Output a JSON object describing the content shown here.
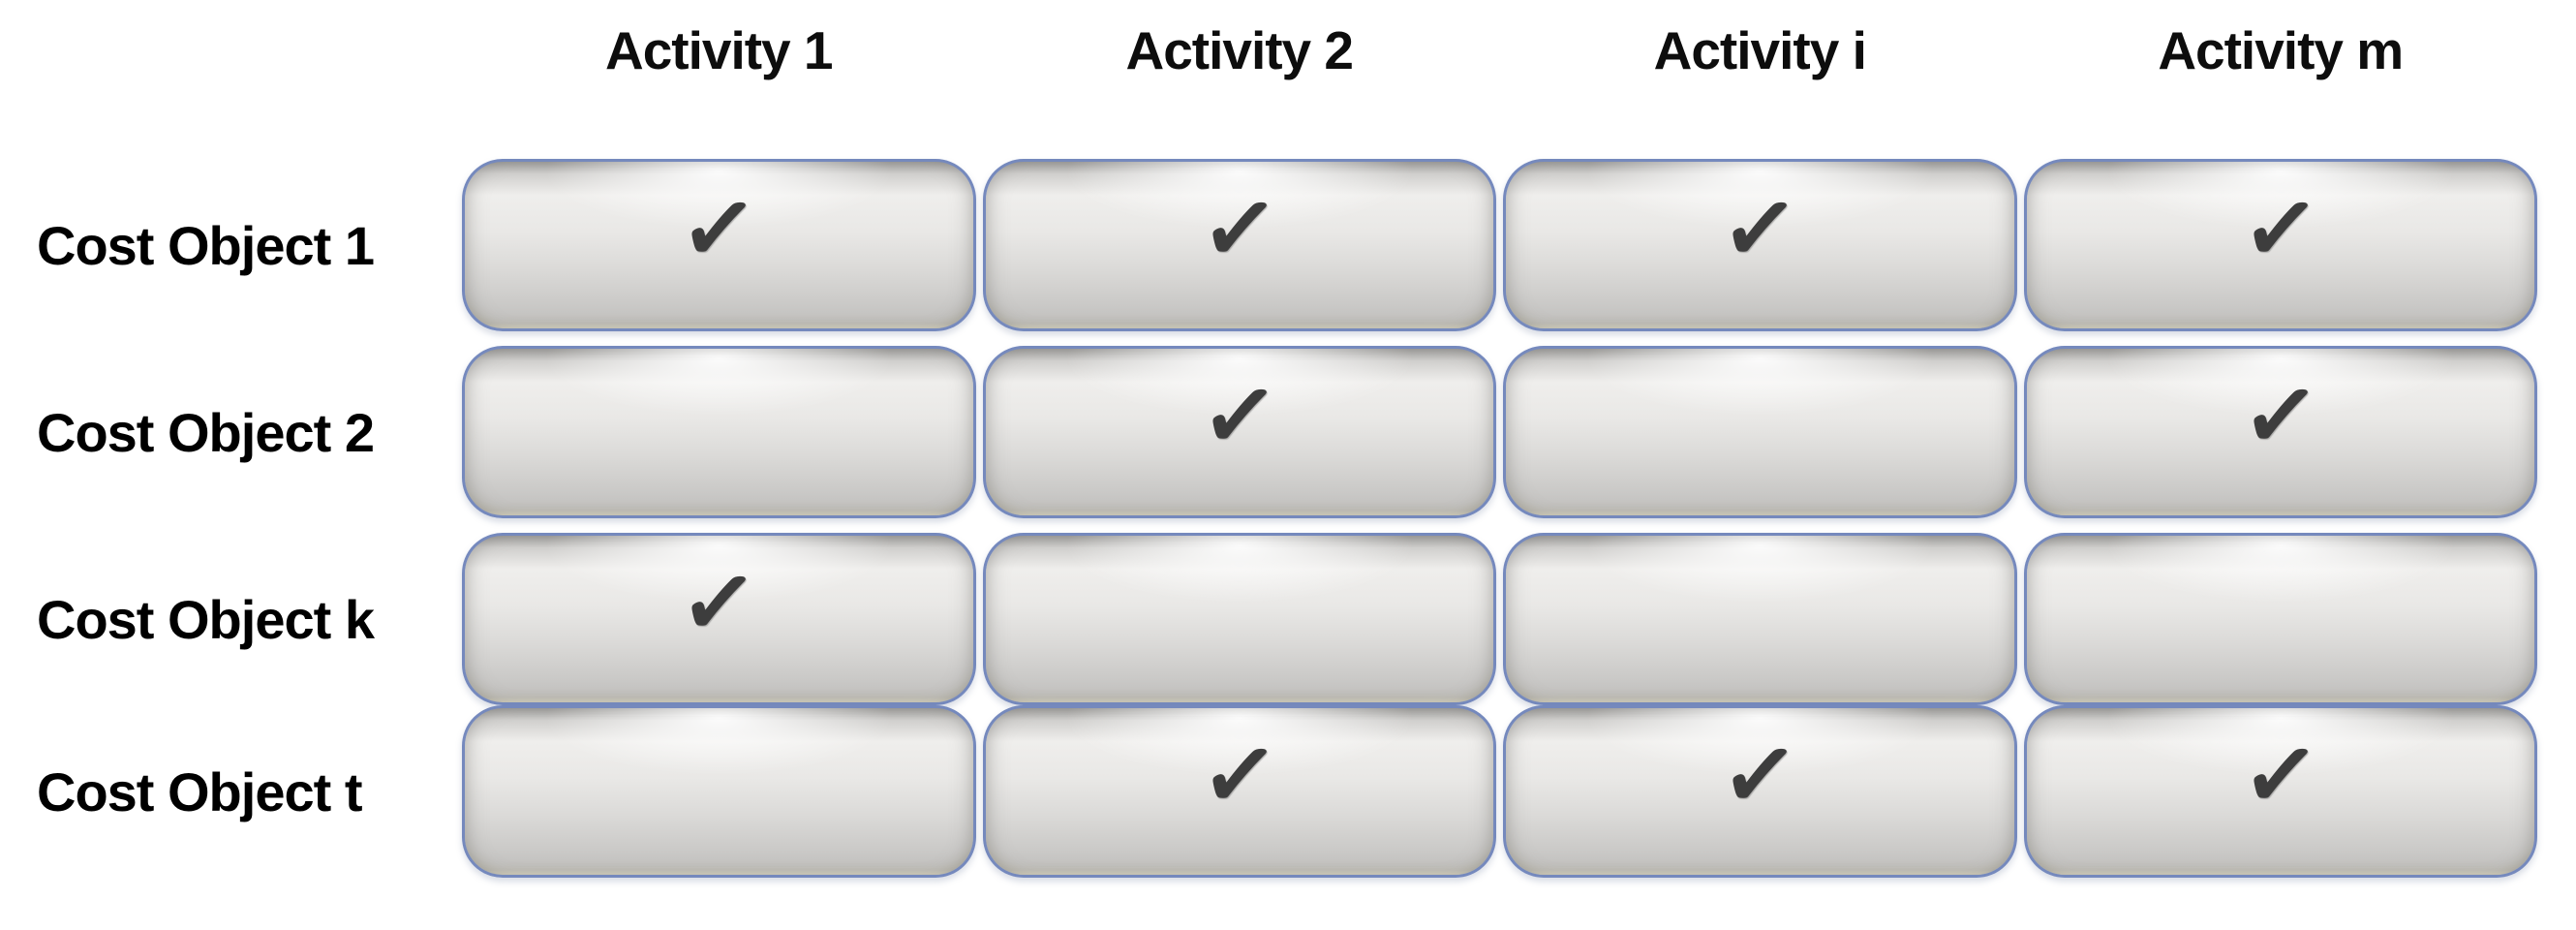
{
  "diagram": {
    "title": "activity-to-cost-object assignment matrix",
    "check_glyph": "✓",
    "columns": [
      "Activity 1",
      "Activity 2",
      "Activity i",
      "Activity m"
    ],
    "rows": [
      {
        "label": "Cost Object 1",
        "checks": [
          true,
          true,
          true,
          true
        ]
      },
      {
        "label": "Cost Object 2",
        "checks": [
          false,
          true,
          false,
          true
        ]
      },
      {
        "label": "Cost Object k",
        "checks": [
          true,
          false,
          false,
          false
        ]
      },
      {
        "label": "Cost Object t",
        "checks": [
          false,
          true,
          true,
          true
        ]
      }
    ]
  },
  "colors": {
    "background": "#ffffff",
    "cell_border": "#7589bd",
    "cell_fill_dark": "#9e9d9b",
    "cell_fill_light": "#efeeec",
    "cell_fill_bottom": "#c0bfbd",
    "check": "#3d3d3d",
    "text": "#000000"
  }
}
